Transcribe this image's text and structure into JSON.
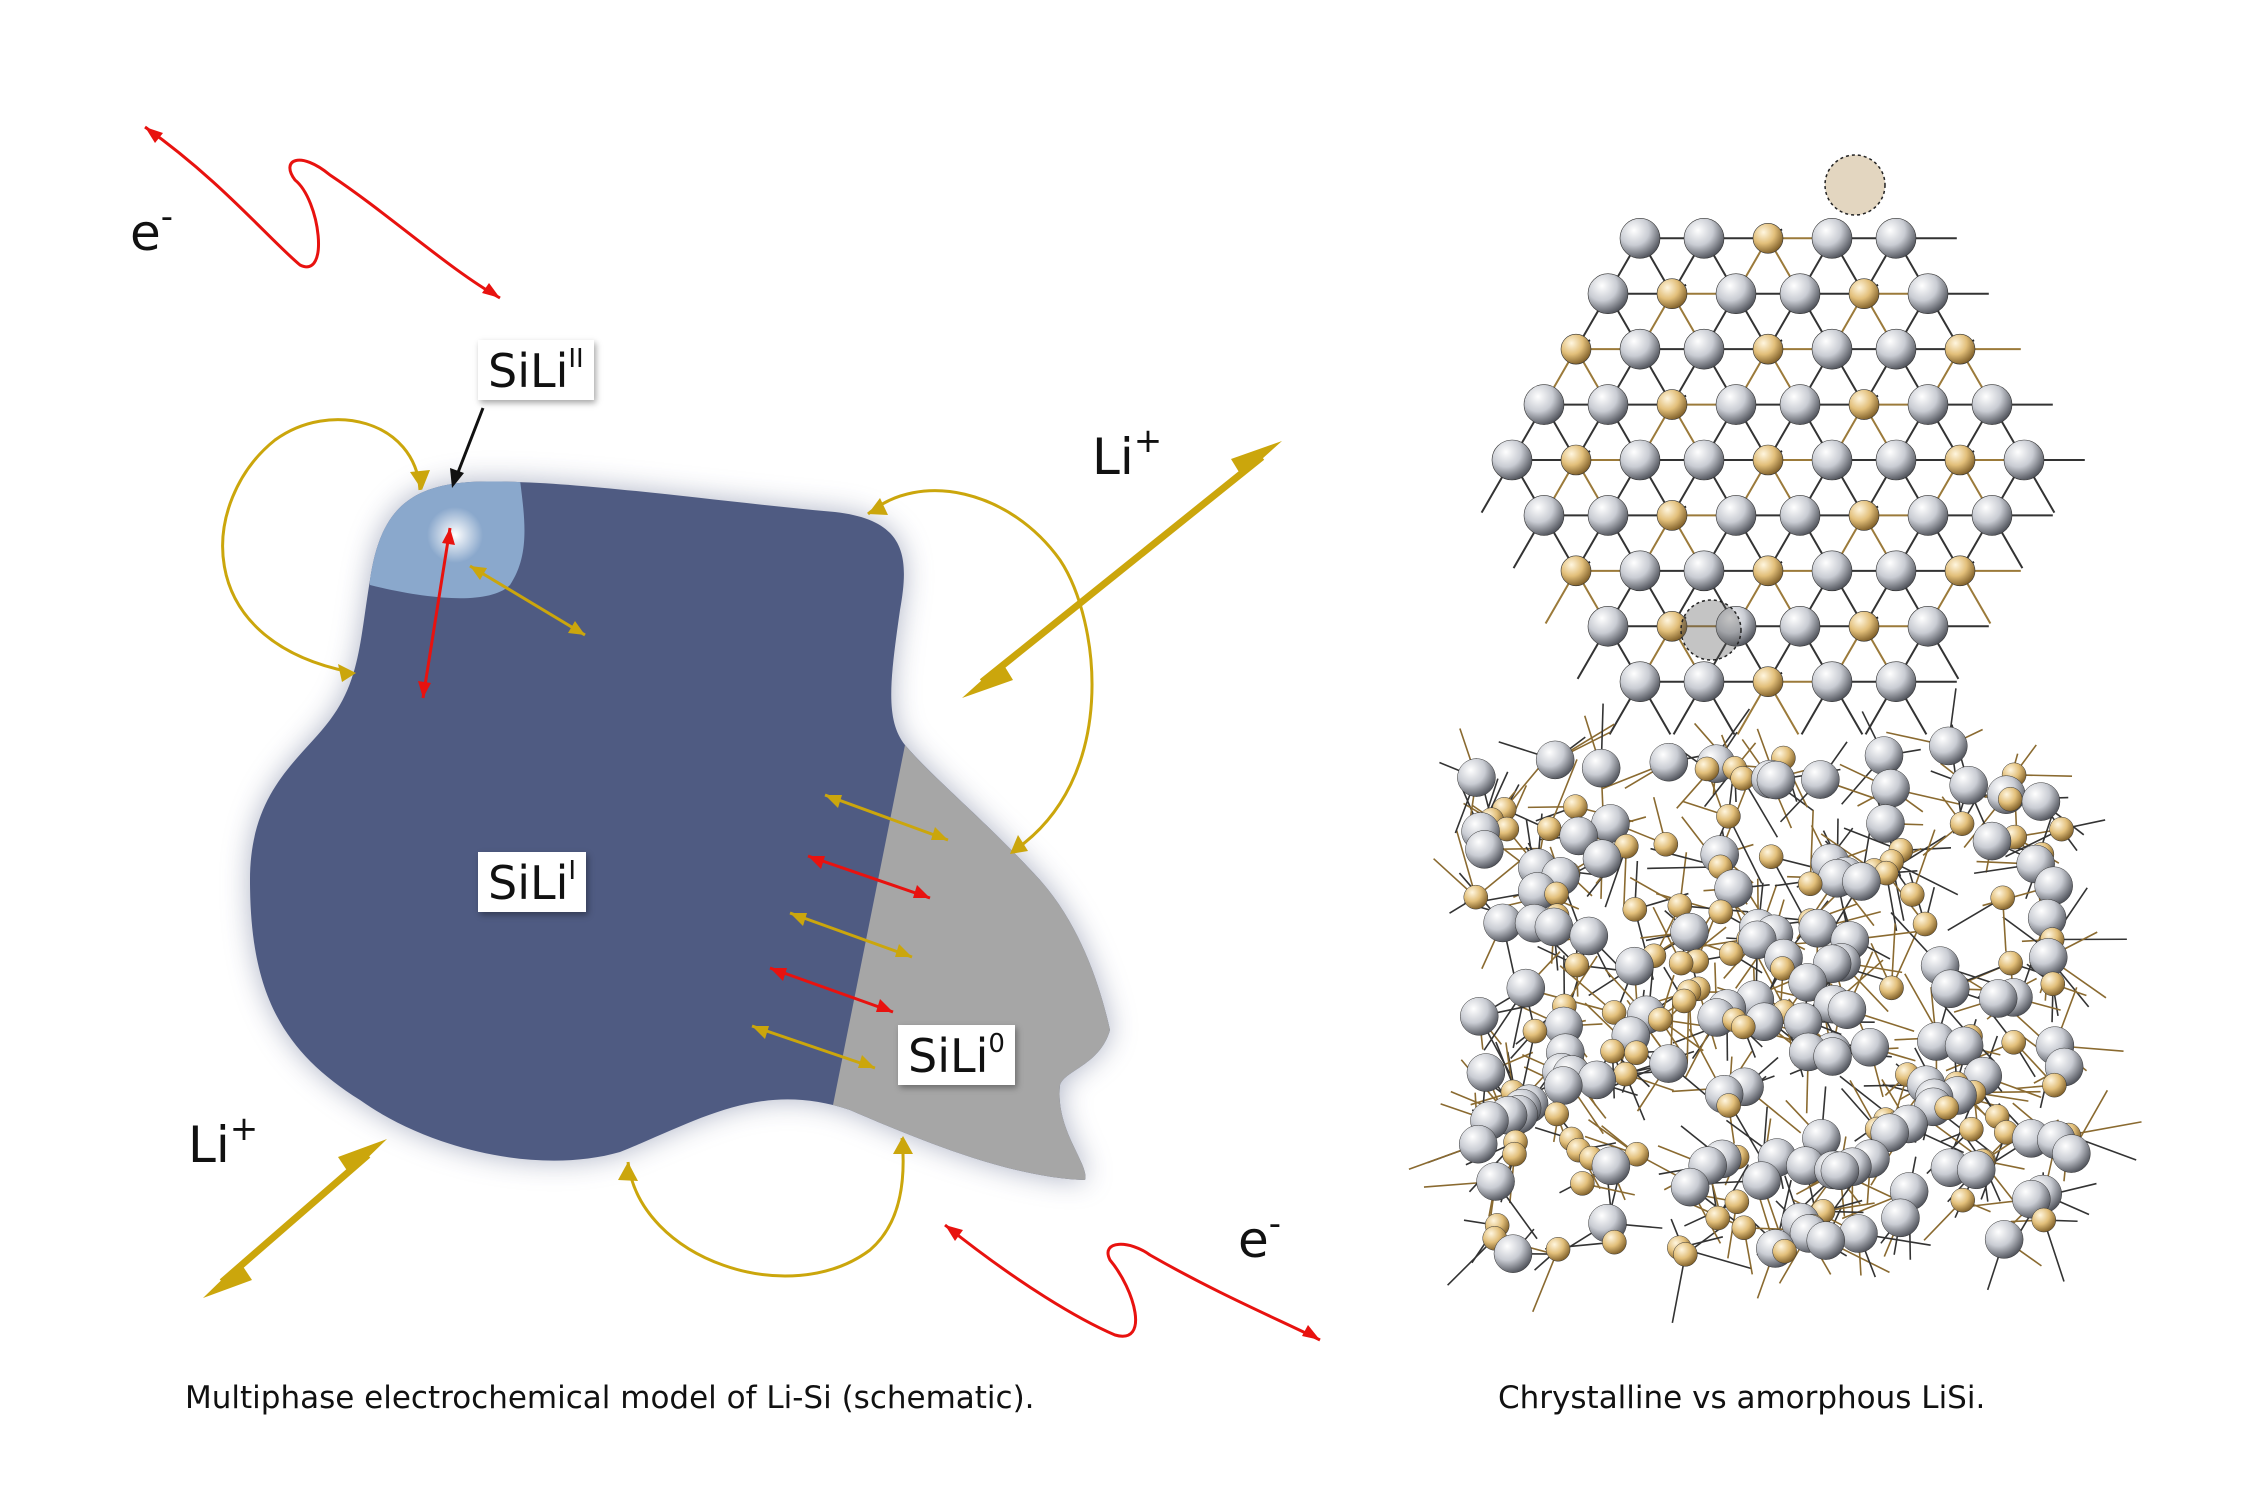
{
  "labels": {
    "e_top": {
      "base": "e",
      "sup": "-"
    },
    "e_bottom": {
      "base": "e",
      "sup": "-"
    },
    "li_top": {
      "base": "Li",
      "sup": "+"
    },
    "li_bottom": {
      "base": "Li",
      "sup": "+"
    },
    "phase_ii": {
      "base": "SiLi",
      "sup": "II"
    },
    "phase_i": {
      "base": "SiLi",
      "sup": "I"
    },
    "phase_0": {
      "base": "SiLi",
      "sup": "0"
    }
  },
  "captions": {
    "left": "Multiphase electrochemical model of Li-Si (schematic).",
    "right": "Chrystalline vs amorphous LiSi."
  },
  "colors": {
    "phase_i": "#4f5b82",
    "phase_ii": "#8aa8cc",
    "phase_0": "#a6a6a6",
    "electron_arrow": "#e8120f",
    "ion_arrow": "#cba60c",
    "pointer": "#111111",
    "si_atom": "#c9ccd3",
    "li_atom": "#e2bf7a",
    "bond": "#333333"
  }
}
